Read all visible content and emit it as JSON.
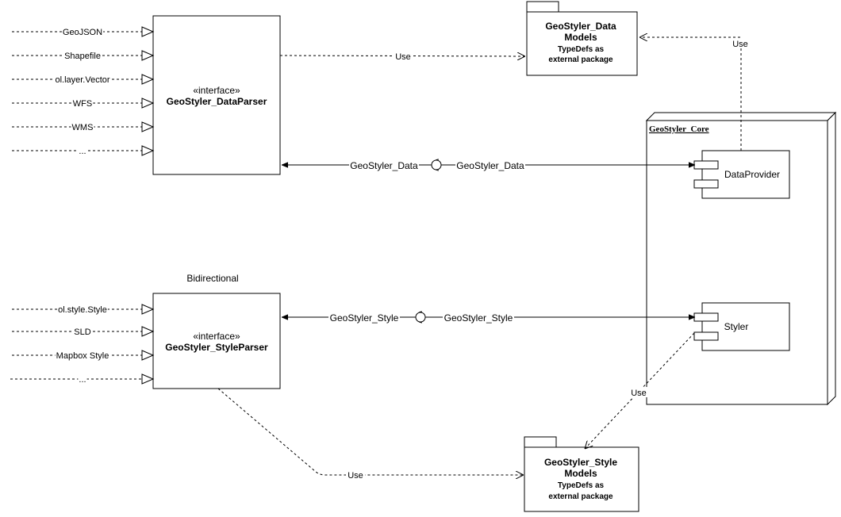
{
  "data_parser": {
    "stereotype": "«interface»",
    "name": "GeoStyler_DataParser",
    "inputs": [
      "GeoJSON",
      "Shapefile",
      "ol.layer.Vector",
      "WFS",
      "WMS",
      "..."
    ]
  },
  "style_parser": {
    "caption": "Bidirectional",
    "stereotype": "«interface»",
    "name": "GeoStyler_StyleParser",
    "inputs": [
      "ol.style.Style",
      "SLD",
      "Mapbox Style",
      "..."
    ]
  },
  "data_models": {
    "title_line1": "GeoStyler_Data",
    "title_line2": "Models",
    "sub_line1": "TypeDefs as",
    "sub_line2": "external package"
  },
  "style_models": {
    "title_line1": "GeoStyler_Style",
    "title_line2": "Models",
    "sub_line1": "TypeDefs as",
    "sub_line2": "external package"
  },
  "core": {
    "title": "GeoStyler_Core",
    "data_provider": "DataProvider",
    "styler": "Styler"
  },
  "connectors": {
    "use_parser_to_data_models": "Use",
    "use_provider_to_data_models": "Use",
    "use_styler_to_style_models": "Use",
    "use_style_parser_to_style_models": "Use",
    "data_required": "GeoStyler_Data",
    "data_provided": "GeoStyler_Data",
    "style_required": "GeoStyler_Style",
    "style_provided": "GeoStyler_Style"
  }
}
